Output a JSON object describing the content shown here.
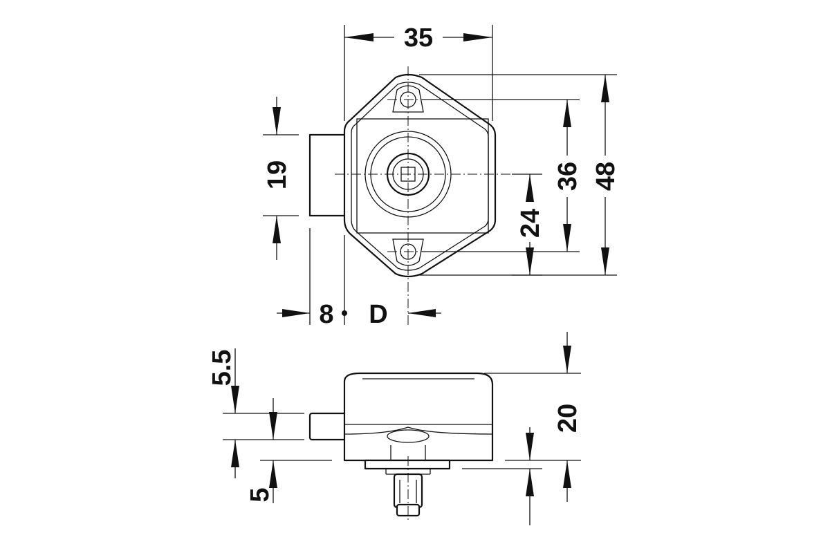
{
  "dimensions": {
    "width_overall": "35",
    "height_overall": "48",
    "hole_spacing": "36",
    "center_to_hole": "24",
    "bolt_width": "19",
    "bolt_offset": "8",
    "diameter_label": "D",
    "top_gap": "5.5",
    "bottom_gap": "5",
    "depth": "20"
  }
}
